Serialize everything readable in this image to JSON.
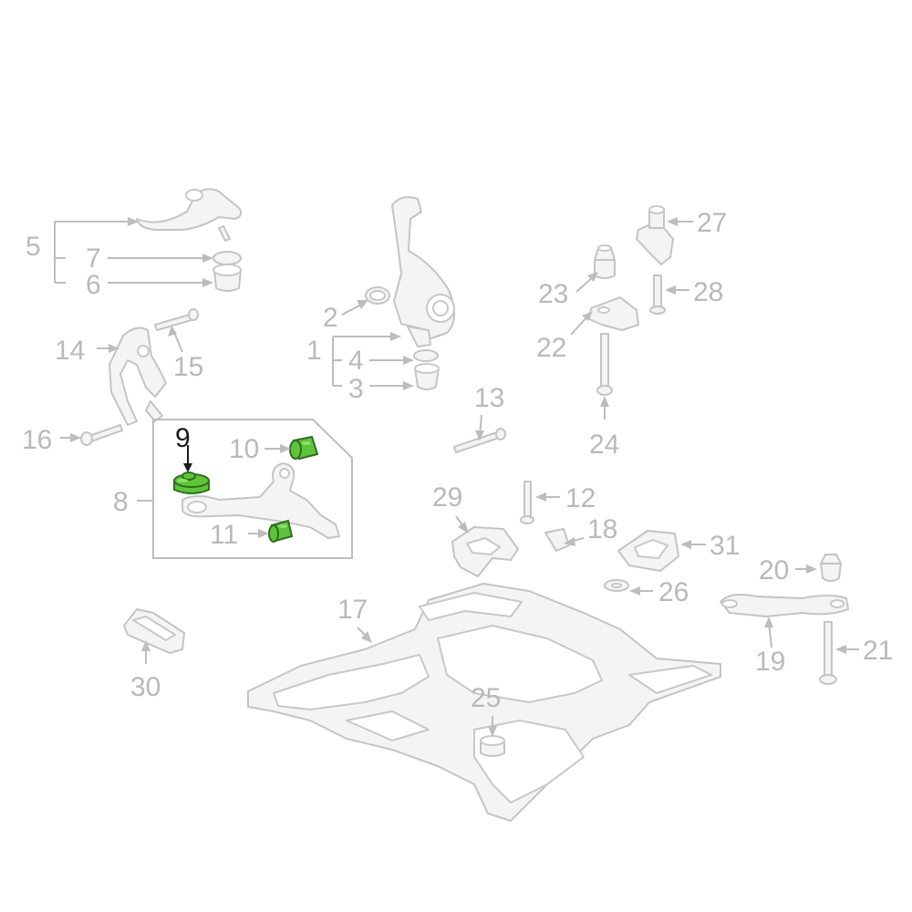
{
  "diagram": {
    "labels": {
      "n1": "1",
      "n2": "2",
      "n3": "3",
      "n4": "4",
      "n5": "5",
      "n6": "6",
      "n7": "7",
      "n8": "8",
      "n9": "9",
      "n10": "10",
      "n11": "11",
      "n12": "12",
      "n13": "13",
      "n14": "14",
      "n15": "15",
      "n16": "16",
      "n17": "17",
      "n18": "18",
      "n19": "19",
      "n20": "20",
      "n21": "21",
      "n22": "22",
      "n23": "23",
      "n24": "24",
      "n25": "25",
      "n26": "26",
      "n27": "27",
      "n28": "28",
      "n29": "29",
      "n30": "30",
      "n31": "31"
    },
    "highlighted_parts": [
      "9",
      "10",
      "11"
    ],
    "colors": {
      "highlight_fill": "#5fc43a",
      "highlight_label": "#1a1a1a",
      "label_gray": "#b9b9b9",
      "line_gray": "#bdbdbd"
    }
  }
}
